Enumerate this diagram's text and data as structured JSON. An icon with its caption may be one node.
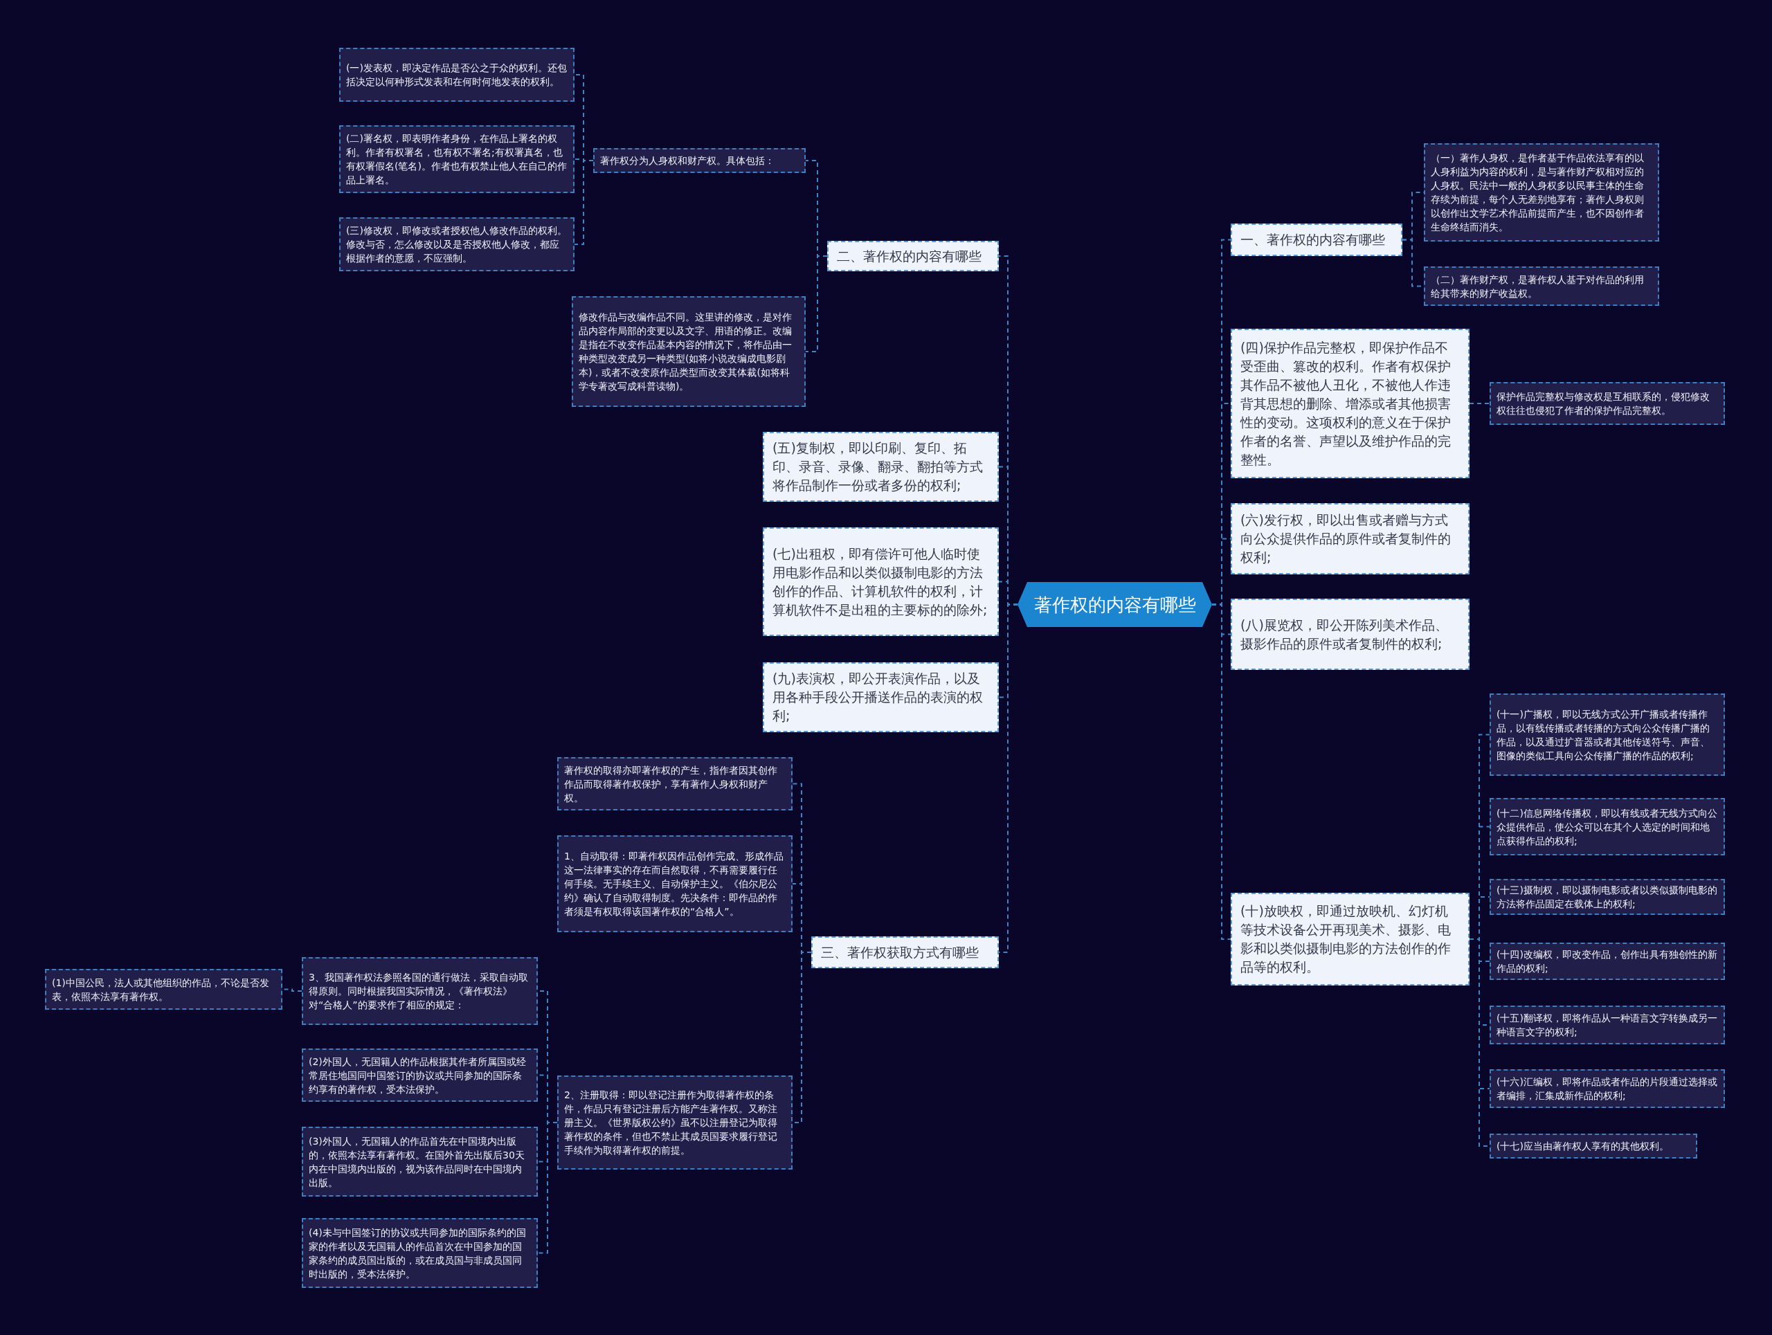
{
  "diagram": {
    "nodes": [
      {
        "text": [
          "著作权的内容有哪些"
        ]
      },
      {
        "text": [
          "二、著作权的内容有哪些"
        ]
      },
      {
        "text": [
          "著作权分为人身权和财产权。具体包括："
        ]
      },
      {
        "text": [
          "(一)发表权，即决定作品是否公之于众的权利。还包括决定以何种形式发表和在何时何地发表的权利。"
        ]
      },
      {
        "text": [
          "(二)署名权，即表明作者身份，在作品上署名的权利。作者有权署名，也有权不署名;有权署真名，也有权署假名(笔名)。作者也有权禁止他人在自己的作品上署名。"
        ]
      },
      {
        "text": [
          "(三)修改权，即修改或者授权他人修改作品的权利。修改与否，怎么修改以及是否授权他人修改，都应根据作者的意愿，不应强制。"
        ]
      },
      {
        "text": [
          "修改作品与改编作品不同。这里讲的修改，是对作品内容作局部的变更以及文字、用语的修正。改编是指在不改变作品基本内容的情况下，将作品由一种类型改变成另一种类型(如将小说改编成电影剧本)，或者不改变原作品类型而改变其体裁(如将科学专著改写成科普读物)。"
        ]
      },
      {
        "text": [
          "(五)复制权，即以印刷、复印、拓印、录音、录像、翻录、翻拍等方式将作品制作一份或者多份的权利;"
        ]
      },
      {
        "text": [
          "(七)出租权，即有偿许可他人临时使用电影作品和以类似摄制电影的方法创作的作品、计算机软件的权利，计算机软件不是出租的主要标的的除外;"
        ]
      },
      {
        "text": [
          "(九)表演权，即公开表演作品，以及用各种手段公开播送作品的表演的权利;"
        ]
      },
      {
        "text": [
          "三、著作权获取方式有哪些"
        ]
      },
      {
        "text": [
          "著作权的取得亦即著作权的产生，指作者因其创作作品而取得著作权保护，享有著作人身权和财产权。"
        ]
      },
      {
        "text": [
          "1、自动取得：即著作权因作品创作完成、形成作品这一法律事实的存在而自然取得，不再需要履行任何手续。无手续主义、自动保护主义。《伯尔尼公约》确认了自动取得制度。先决条件：即作品的作者须是有权取得该国著作权的“合格人”。"
        ]
      },
      {
        "text": [
          "2、注册取得：即以登记注册作为取得著作权的条件，作品只有登记注册后方能产生著作权。又称注册主义。《世界版权公约》虽不以注册登记为取得著作权的条件，但也不禁止其成员国要求履行登记手续作为取得著作权的前提。"
        ]
      },
      {
        "text": [
          "3、我国著作权法参照各国的通行做法，采取自动取得原则。同时根据我国实际情况，《著作权法》对“合格人”的要求作了相应的规定："
        ]
      },
      {
        "text": [
          "(1)中国公民，法人或其他组织的作品，不论是否发表，依照本法享有著作权。"
        ]
      },
      {
        "text": [
          "(2)外国人，无国籍人的作品根据其作者所属国或经常居住地国同中国签订的协议或共同参加的国际条约享有的著作权，受本法保护。"
        ]
      },
      {
        "text": [
          "(3)外国人，无国籍人的作品首先在中国境内出版的，依照本法享有著作权。在国外首先出版后30天内在中国境内出版的，视为该作品同时在中国境内出版。"
        ]
      },
      {
        "text": [
          "(4)未与中国签订的协议或共同参加的国际条约的国家的作者以及无国籍人的作品首次在中国参加的国家条约的成员国出版的，或在成员国与非成员国同时出版的，受本法保护。"
        ]
      },
      {
        "text": [
          "一、著作权的内容有哪些"
        ]
      },
      {
        "text": [
          "（一）著作人身权，是作者基于作品依法享有的以人身利益为内容的权利，是与著作财产权相对应的人身权。民法中一般的人身权多以民事主体的生命存续为前提，每个人无差别地享有；著作人身权则以创作出文学艺术作品前提而产生，也不因创作者生命终结而消失。"
        ]
      },
      {
        "text": [
          "（二）著作财产权，是著作权人基于对作品的利用给其带来的财产收益权。"
        ]
      },
      {
        "text": [
          "(四)保护作品完整权，即保护作品不受歪曲、篡改的权利。作者有权保护其作品不被他人丑化，不被他人作违背其思想的删除、增添或者其他损害性的变动。这项权利的意义在于保护作者的名誉、声望以及维护作品的完整性。"
        ]
      },
      {
        "text": [
          "保护作品完整权与修改权是互相联系的，侵犯修改权往往也侵犯了作者的保护作品完整权。"
        ]
      },
      {
        "text": [
          "(六)发行权，即以出售或者赠与方式向公众提供作品的原件或者复制件的权利;"
        ]
      },
      {
        "text": [
          "(八)展览权，即公开陈列美术作品、摄影作品的原件或者复制件的权利;"
        ]
      },
      {
        "text": [
          "(十)放映权，即通过放映机、幻灯机等技术设备公开再现美术、摄影、电影和以类似摄制电影的方法创作的作品等的权利。"
        ]
      },
      {
        "text": [
          "(十一)广播权，即以无线方式公开广播或者传播作品，以有线传播或者转播的方式向公众传播广播的作品，以及通过扩音器或者其他传送符号、声音、图像的类似工具向公众传播广播的作品的权利;"
        ]
      },
      {
        "text": [
          "(十二)信息网络传播权，即以有线或者无线方式向公众提供作品，使公众可以在其个人选定的时间和地点获得作品的权利;"
        ]
      },
      {
        "text": [
          "(十三)摄制权，即以摄制电影或者以类似摄制电影的方法将作品固定在载体上的权利;"
        ]
      },
      {
        "text": [
          "(十四)改编权，即改变作品，创作出具有独创性的新作品的权利;"
        ]
      },
      {
        "text": [
          "(十五)翻译权，即将作品从一种语言文字转换成另一种语言文字的权利;"
        ]
      },
      {
        "text": [
          "(十六)汇编权，即将作品或者作品的片段通过选择或者编排，汇集成新作品的权利;"
        ]
      },
      {
        "text": [
          "(十七)应当由著作权人享有的其他权利。"
        ]
      }
    ],
    "edges": [
      {
        "from": 0,
        "to": 1,
        "arrow": "none",
        "style": "dashed"
      },
      {
        "from": 1,
        "to": 2,
        "arrow": "none",
        "style": "dashed"
      },
      {
        "from": 2,
        "to": 3,
        "arrow": "none",
        "style": "dashed"
      },
      {
        "from": 2,
        "to": 4,
        "arrow": "none",
        "style": "dashed"
      },
      {
        "from": 2,
        "to": 5,
        "arrow": "none",
        "style": "dashed"
      },
      {
        "from": 1,
        "to": 6,
        "arrow": "none",
        "style": "dashed"
      },
      {
        "from": 0,
        "to": 7,
        "arrow": "none",
        "style": "dashed"
      },
      {
        "from": 0,
        "to": 8,
        "arrow": "none",
        "style": "dashed"
      },
      {
        "from": 0,
        "to": 9,
        "arrow": "none",
        "style": "dashed"
      },
      {
        "from": 0,
        "to": 10,
        "arrow": "none",
        "style": "dashed"
      },
      {
        "from": 10,
        "to": 11,
        "arrow": "none",
        "style": "dashed"
      },
      {
        "from": 10,
        "to": 12,
        "arrow": "none",
        "style": "dashed"
      },
      {
        "from": 10,
        "to": 13,
        "arrow": "none",
        "style": "dashed"
      },
      {
        "from": 13,
        "to": 14,
        "arrow": "none",
        "style": "dashed"
      },
      {
        "from": 14,
        "to": 15,
        "arrow": "none",
        "style": "dashed"
      },
      {
        "from": 13,
        "to": 16,
        "arrow": "none",
        "style": "dashed"
      },
      {
        "from": 13,
        "to": 17,
        "arrow": "none",
        "style": "dashed"
      },
      {
        "from": 13,
        "to": 18,
        "arrow": "none",
        "style": "dashed"
      },
      {
        "from": 0,
        "to": 19,
        "arrow": "none",
        "style": "dashed"
      },
      {
        "from": 19,
        "to": 20,
        "arrow": "none",
        "style": "dashed"
      },
      {
        "from": 19,
        "to": 21,
        "arrow": "none",
        "style": "dashed"
      },
      {
        "from": 0,
        "to": 22,
        "arrow": "none",
        "style": "dashed"
      },
      {
        "from": 22,
        "to": 23,
        "arrow": "none",
        "style": "dashed"
      },
      {
        "from": 0,
        "to": 24,
        "arrow": "none",
        "style": "dashed"
      },
      {
        "from": 0,
        "to": 25,
        "arrow": "none",
        "style": "dashed"
      },
      {
        "from": 0,
        "to": 26,
        "arrow": "none",
        "style": "dashed"
      },
      {
        "from": 26,
        "to": 27,
        "arrow": "none",
        "style": "dashed"
      },
      {
        "from": 26,
        "to": 28,
        "arrow": "none",
        "style": "dashed"
      },
      {
        "from": 26,
        "to": 29,
        "arrow": "none",
        "style": "dashed"
      },
      {
        "from": 26,
        "to": 30,
        "arrow": "none",
        "style": "dashed"
      },
      {
        "from": 26,
        "to": 31,
        "arrow": "none",
        "style": "dashed"
      },
      {
        "from": 26,
        "to": 32,
        "arrow": "none",
        "style": "dashed"
      },
      {
        "from": 26,
        "to": 33,
        "arrow": "none",
        "style": "dashed"
      }
    ]
  }
}
